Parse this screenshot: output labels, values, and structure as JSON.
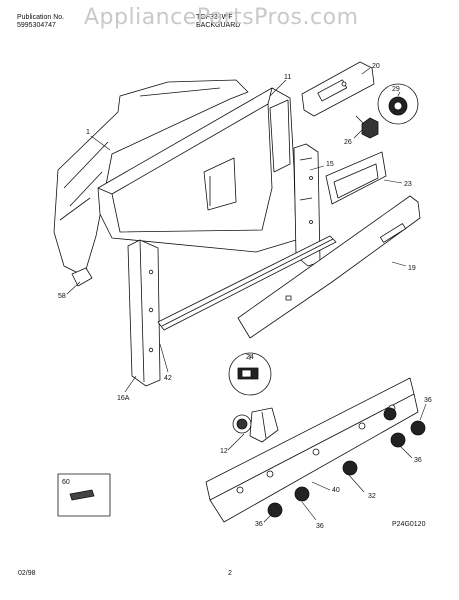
{
  "header": {
    "publication_label": "Publication No.",
    "publication_number": "5995304747",
    "model": "TGF334WF",
    "section": "BACKGUARD"
  },
  "watermark": "AppliancePartsPros.com",
  "callouts": {
    "c1": "1",
    "c11": "11",
    "c15": "15",
    "c16a": "16A",
    "c19": "19",
    "c20": "20",
    "c23": "23",
    "c24": "24",
    "c26": "26",
    "c29": "29",
    "c12": "12",
    "c36a": "36",
    "c36b": "36",
    "c36c": "36",
    "c36d": "36",
    "c40": "40",
    "c42": "42",
    "c58": "58",
    "c32": "32",
    "c60": "60"
  },
  "diagram_code": "P24G0120",
  "footer": {
    "date": "02/98",
    "page": "2"
  }
}
